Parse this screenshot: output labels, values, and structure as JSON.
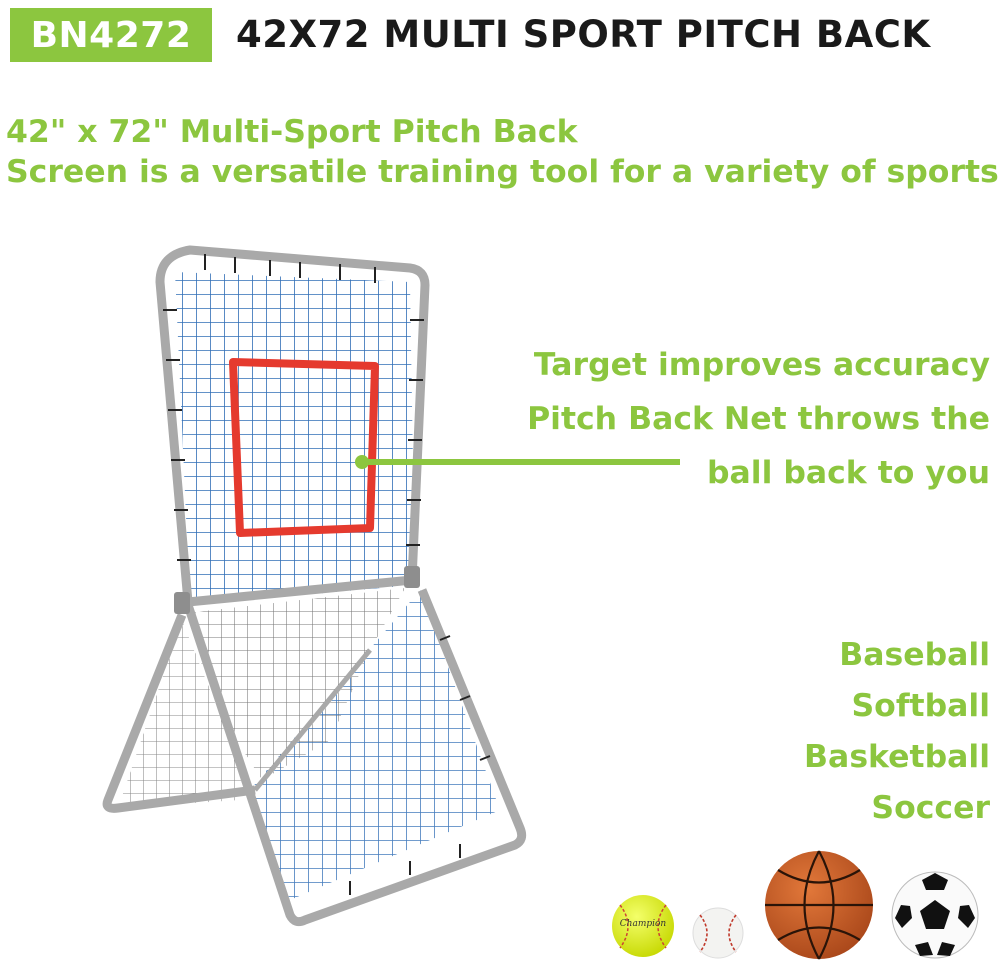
{
  "header": {
    "badge": "BN4272",
    "title": "42X72 MULTI SPORT PITCH BACK"
  },
  "intro": {
    "line1": "42\" x 72\" Multi-Sport Pitch Back",
    "line2": "Screen is a versatile training tool for a variety of sports"
  },
  "callout": {
    "line1": "Target improves accuracy",
    "line2": "Pitch Back Net throws the",
    "line3": "ball back to you"
  },
  "sports": [
    "Baseball",
    "Softball",
    "Basketball",
    "Soccer"
  ],
  "softball_logo": "Champion",
  "colors": {
    "accent": "#8cc63f",
    "frame": "#a9a9a9",
    "net": "#2f6db5",
    "target": "#e53a2e",
    "title": "#1a1a1a"
  },
  "icons": {
    "net": "pitch-back-net-image",
    "balls": [
      "softball-icon",
      "baseball-icon",
      "basketball-icon",
      "soccer-ball-icon"
    ]
  }
}
